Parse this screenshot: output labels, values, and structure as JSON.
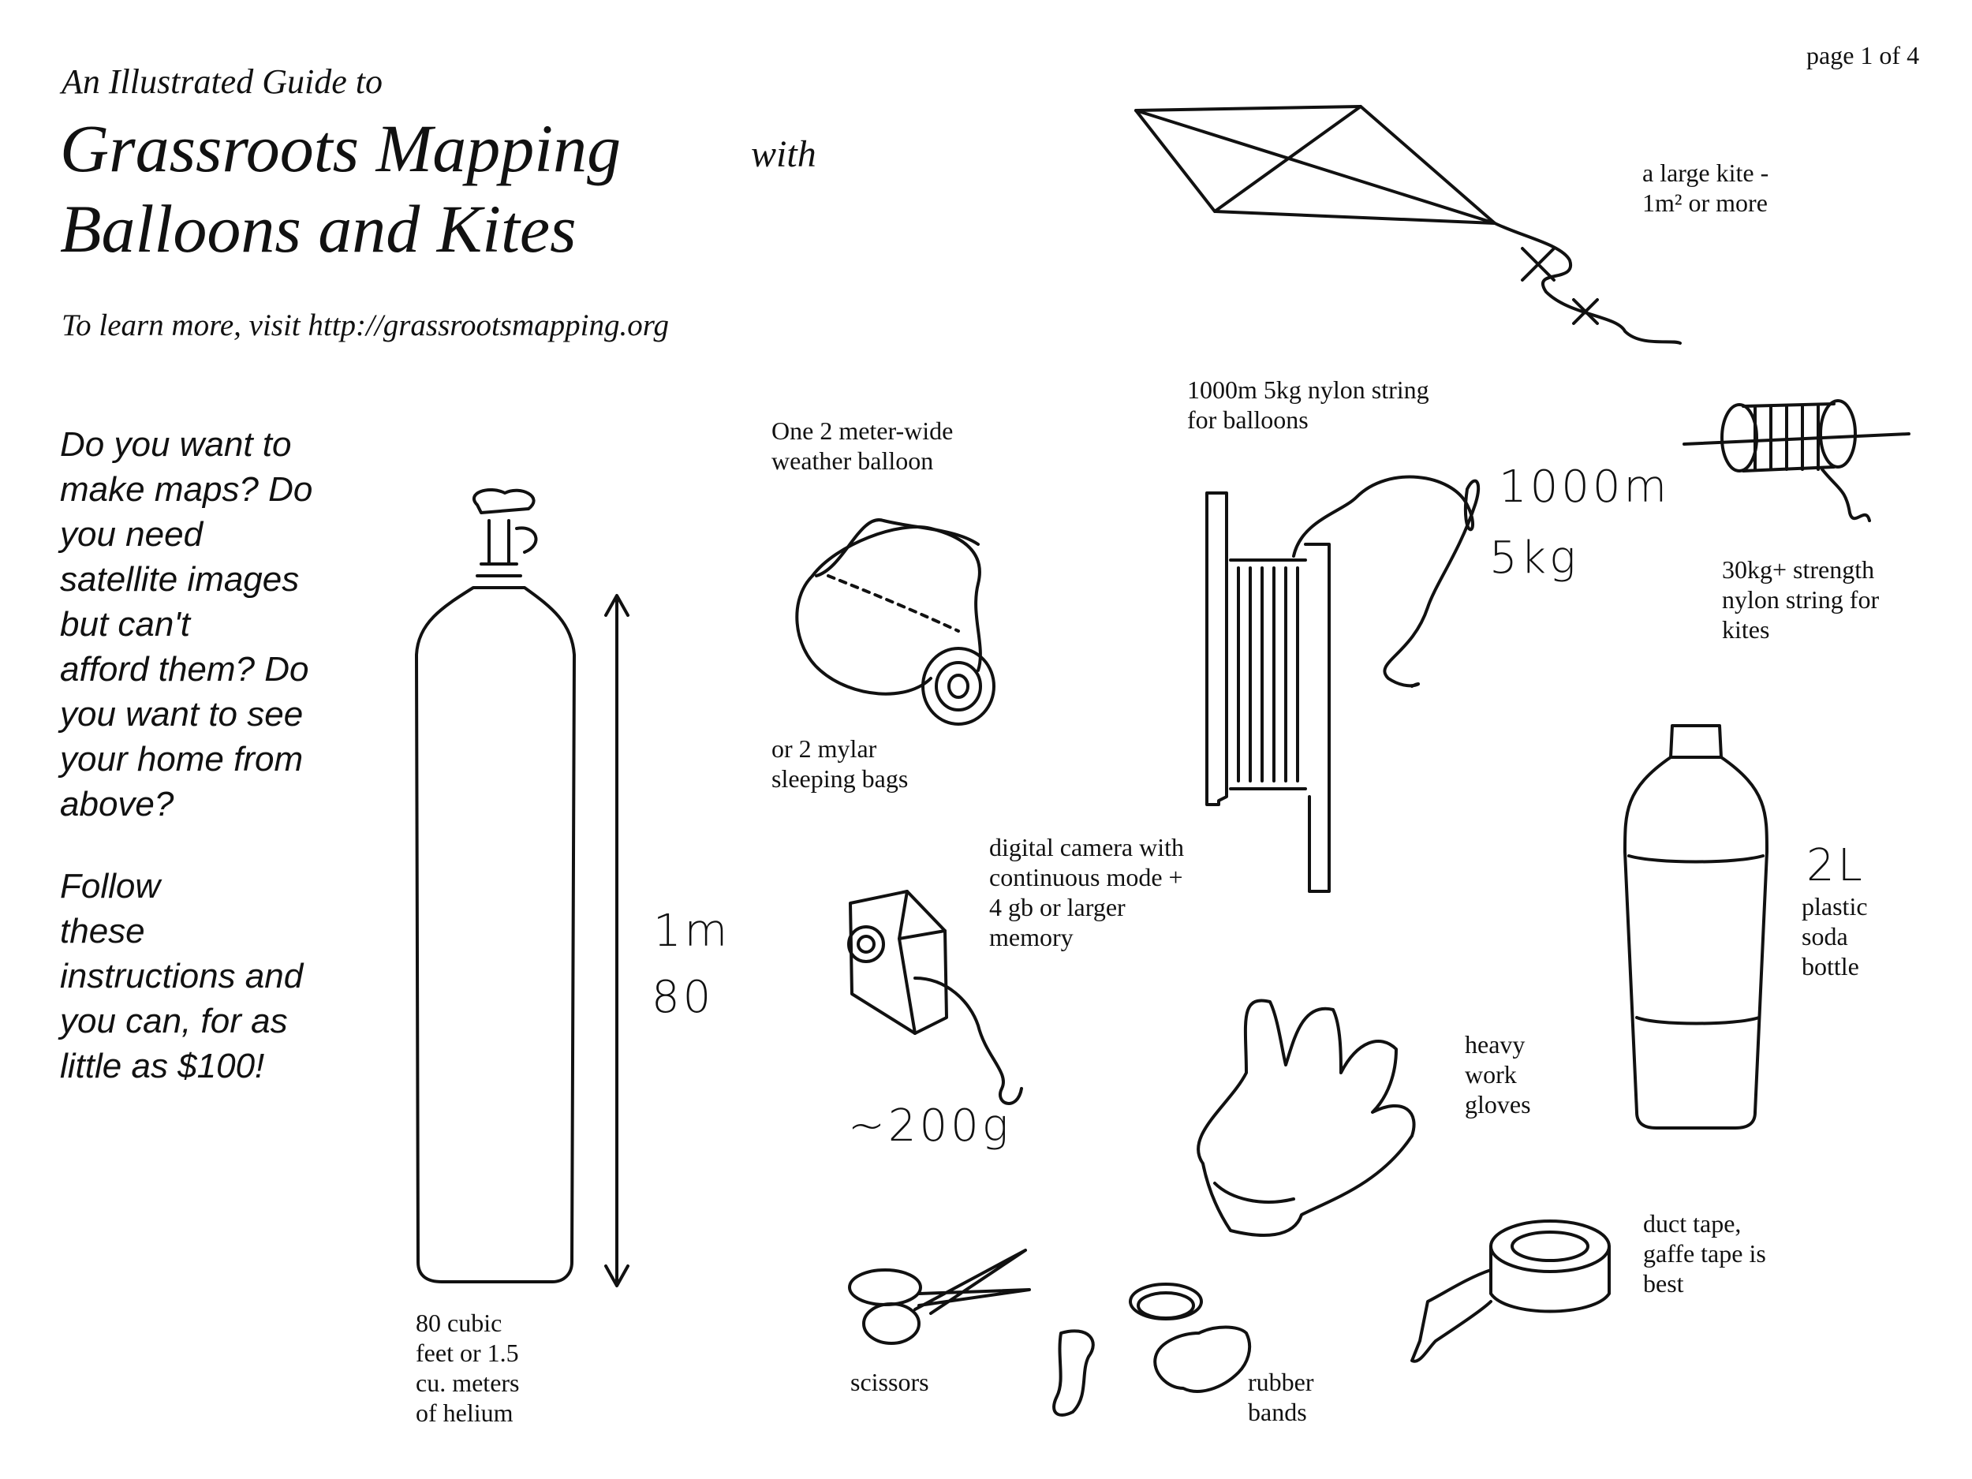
{
  "header": {
    "page_indicator": "page 1 of 4",
    "subtitle": "An Illustrated Guide to",
    "title_line1": "Grassroots Mapping",
    "title_with": "with",
    "title_line2": "Balloons and Kites",
    "url_line": "To learn more, visit http://grassrootsmapping.org"
  },
  "intro": {
    "question": "Do you want to\nmake maps? Do\nyou need\nsatellite images\nbut can't\nafford them? Do\nyou want to see\nyour home from\nabove?",
    "follow": "Follow\nthese\ninstructions and\nyou can, for as\nlittle as $100!"
  },
  "items": {
    "kite": "a large kite -\n1m² or more",
    "balloon_string": "1000m 5kg nylon string\nfor balloons",
    "balloon": "One 2 meter-wide\nweather balloon",
    "mylar": "or 2 mylar\nsleeping bags",
    "kite_string": "30kg+ strength\nnylon string for\nkites",
    "camera": "digital camera with\ncontinuous mode +\n4 gb or larger\nmemory",
    "bottle": "plastic\nsoda\nbottle",
    "gloves": "heavy\nwork\ngloves",
    "helium": "80 cubic\nfeet or 1.5\ncu. meters\nof helium",
    "tape": "duct tape,\ngaffe tape is\nbest",
    "scissors": "scissors",
    "rubber_bands": "rubber\nbands"
  },
  "handwritten": {
    "string_length": "1000m",
    "string_weight": "5kg",
    "tank_height": "1m",
    "tank_size": "80",
    "bottle_volume": "2L",
    "camera_weight": "~200g"
  }
}
